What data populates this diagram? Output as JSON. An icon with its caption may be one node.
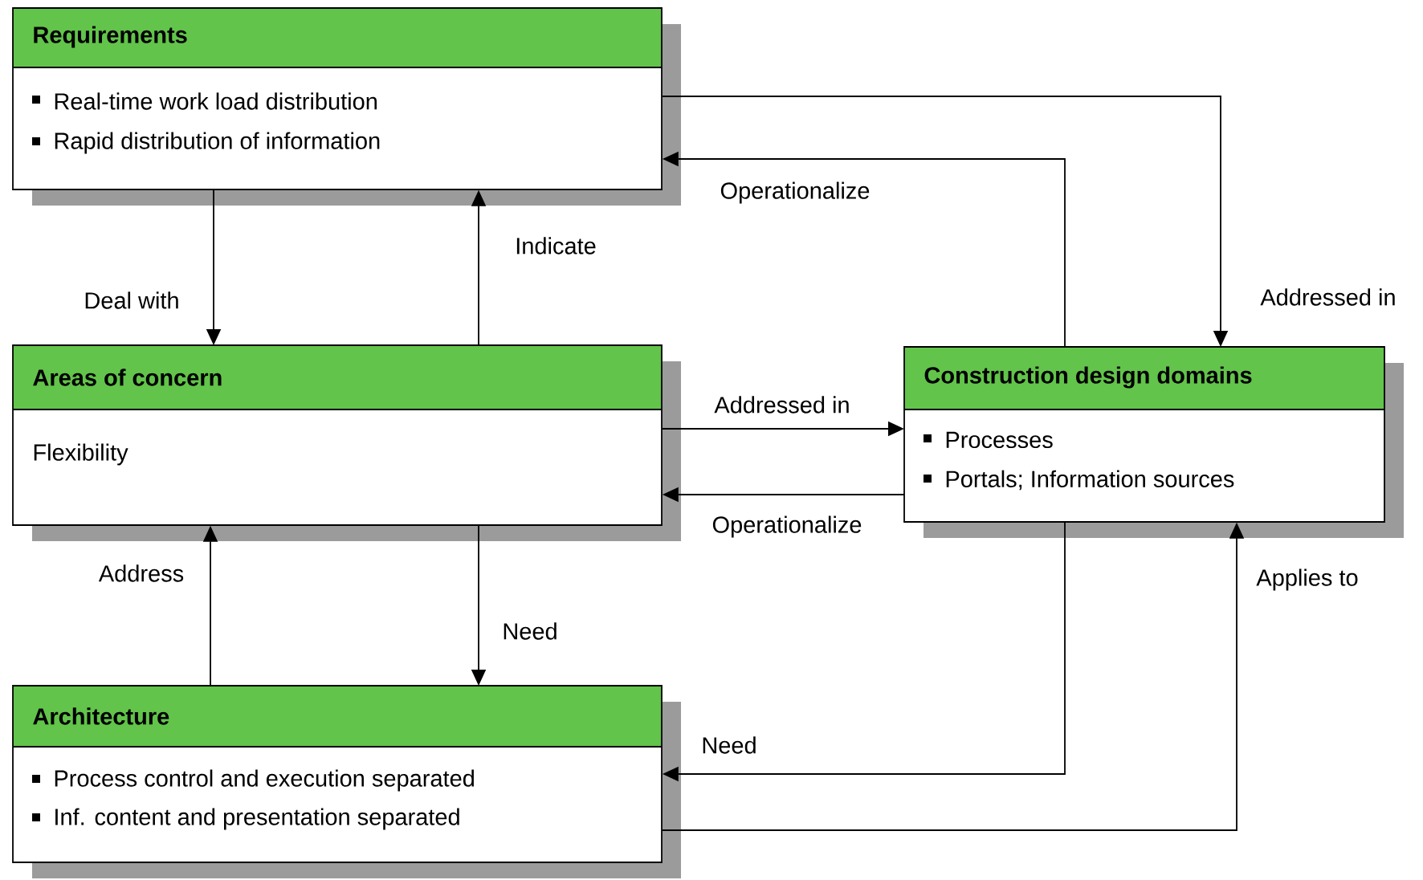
{
  "diagram": {
    "nodes": [
      {
        "text": [
          "Requirements",
          "Real-time work load distribution",
          "Rapid distribution of information"
        ]
      },
      {
        "text": [
          "Areas of concern",
          "Flexibility"
        ]
      },
      {
        "text": [
          "Architecture",
          "Process control and execution separated",
          "Inf. content and presentation separated"
        ]
      },
      {
        "text": [
          "Construction design domains",
          "Processes",
          "Portals; Information sources"
        ]
      }
    ],
    "edges": [
      {
        "from": 0,
        "to": 3,
        "arrow": "to",
        "label": "Addressed in"
      },
      {
        "from": 3,
        "to": 0,
        "arrow": "to",
        "label": "Operationalize"
      },
      {
        "from": 0,
        "to": 1,
        "arrow": "to",
        "label": "Deal with"
      },
      {
        "from": 1,
        "to": 0,
        "arrow": "to",
        "label": "Indicate"
      },
      {
        "from": 1,
        "to": 3,
        "arrow": "to",
        "label": "Addressed in"
      },
      {
        "from": 3,
        "to": 1,
        "arrow": "to",
        "label": "Operationalize"
      },
      {
        "from": 1,
        "to": 2,
        "arrow": "to",
        "label": "Need"
      },
      {
        "from": 2,
        "to": 1,
        "arrow": "to",
        "label": "Address"
      },
      {
        "from": 3,
        "to": 2,
        "arrow": "to",
        "label": "Need"
      },
      {
        "from": 2,
        "to": 3,
        "arrow": "to",
        "label": "Applies to"
      }
    ]
  }
}
